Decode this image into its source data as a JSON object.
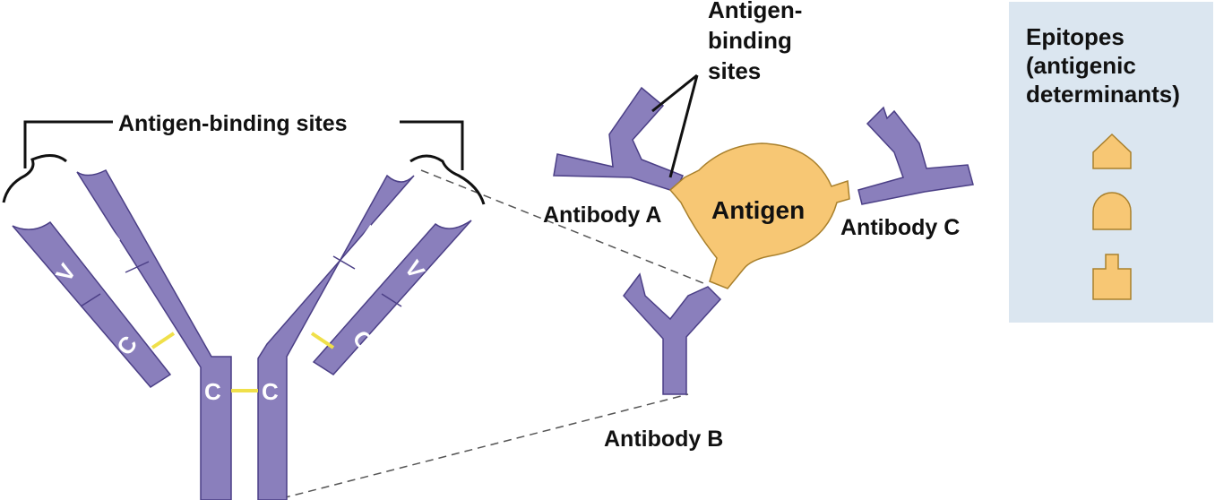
{
  "labels": {
    "antigen_binding_sites_left": "Antigen-binding sites",
    "antigen_binding_sites_right_line1": "Antigen-",
    "antigen_binding_sites_right_line2": "binding",
    "antigen_binding_sites_right_line3": "sites",
    "antibody_a": "Antibody A",
    "antibody_b": "Antibody B",
    "antibody_c": "Antibody C",
    "antigen": "Antigen"
  },
  "chain_labels": {
    "variable": "V",
    "constant": "C"
  },
  "epitopes_panel": {
    "title_line1": "Epitopes",
    "title_line2": "(antigenic",
    "title_line3": "determinants)"
  },
  "colors": {
    "chain": "#8a7fbc",
    "antigen": "#f7c774",
    "panel": "#dbe6f0",
    "disulfide_bond": "#f0e04a"
  }
}
